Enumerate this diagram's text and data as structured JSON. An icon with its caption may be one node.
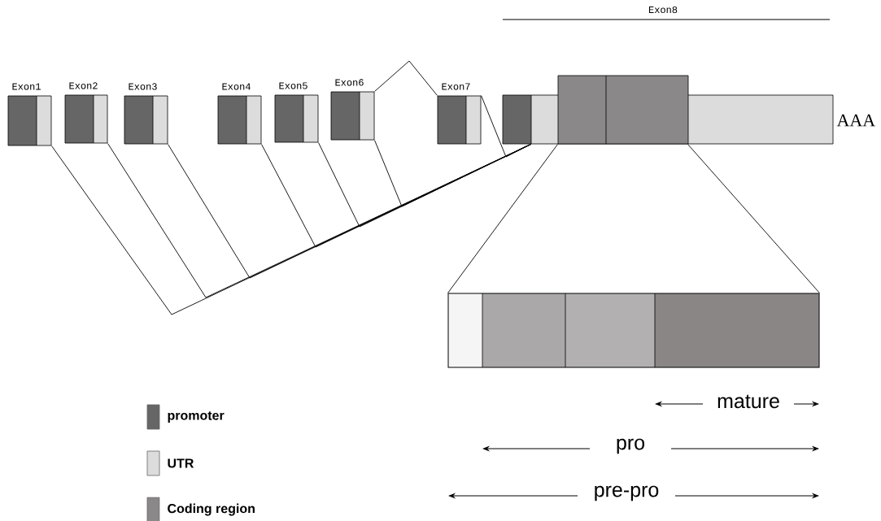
{
  "diagram": {
    "nodes": [
      {
        "text": [
          "Exon1"
        ]
      },
      {
        "text": [
          "Exon2"
        ]
      },
      {
        "text": [
          "Exon3"
        ]
      },
      {
        "text": [
          "Exon4"
        ]
      },
      {
        "text": [
          "Exon5"
        ]
      },
      {
        "text": [
          "Exon6"
        ]
      },
      {
        "text": [
          "Exon7"
        ]
      },
      {
        "text": [],
        "shape": "bar",
        "beside": [
          "AAA"
        ]
      },
      {
        "text": [],
        "shape": "bar"
      }
    ],
    "edges": [
      {
        "from": 0,
        "to": 7,
        "arrow": "none"
      },
      {
        "from": 1,
        "to": 7,
        "arrow": "none"
      },
      {
        "from": 2,
        "to": 7,
        "arrow": "none"
      },
      {
        "from": 3,
        "to": 7,
        "arrow": "none"
      },
      {
        "from": 4,
        "to": 7,
        "arrow": "none"
      },
      {
        "from": 5,
        "to": 7,
        "arrow": "none"
      },
      {
        "from": 6,
        "to": 7,
        "arrow": "none"
      },
      {
        "from": 5,
        "to": 6,
        "arrow": "none"
      },
      {
        "from": 7,
        "to": 8,
        "arrow": "none"
      },
      {
        "from": 7,
        "to": 8,
        "arrow": "none"
      }
    ],
    "labels": [
      "Exon8",
      "mature",
      "pro",
      "pre-pro"
    ],
    "legend": [
      {
        "text": "promoter",
        "color": "#666666"
      },
      {
        "text": "UTR",
        "color": "#dcdcdc"
      },
      {
        "text": "Coding region",
        "color": "#8a8888"
      }
    ]
  }
}
